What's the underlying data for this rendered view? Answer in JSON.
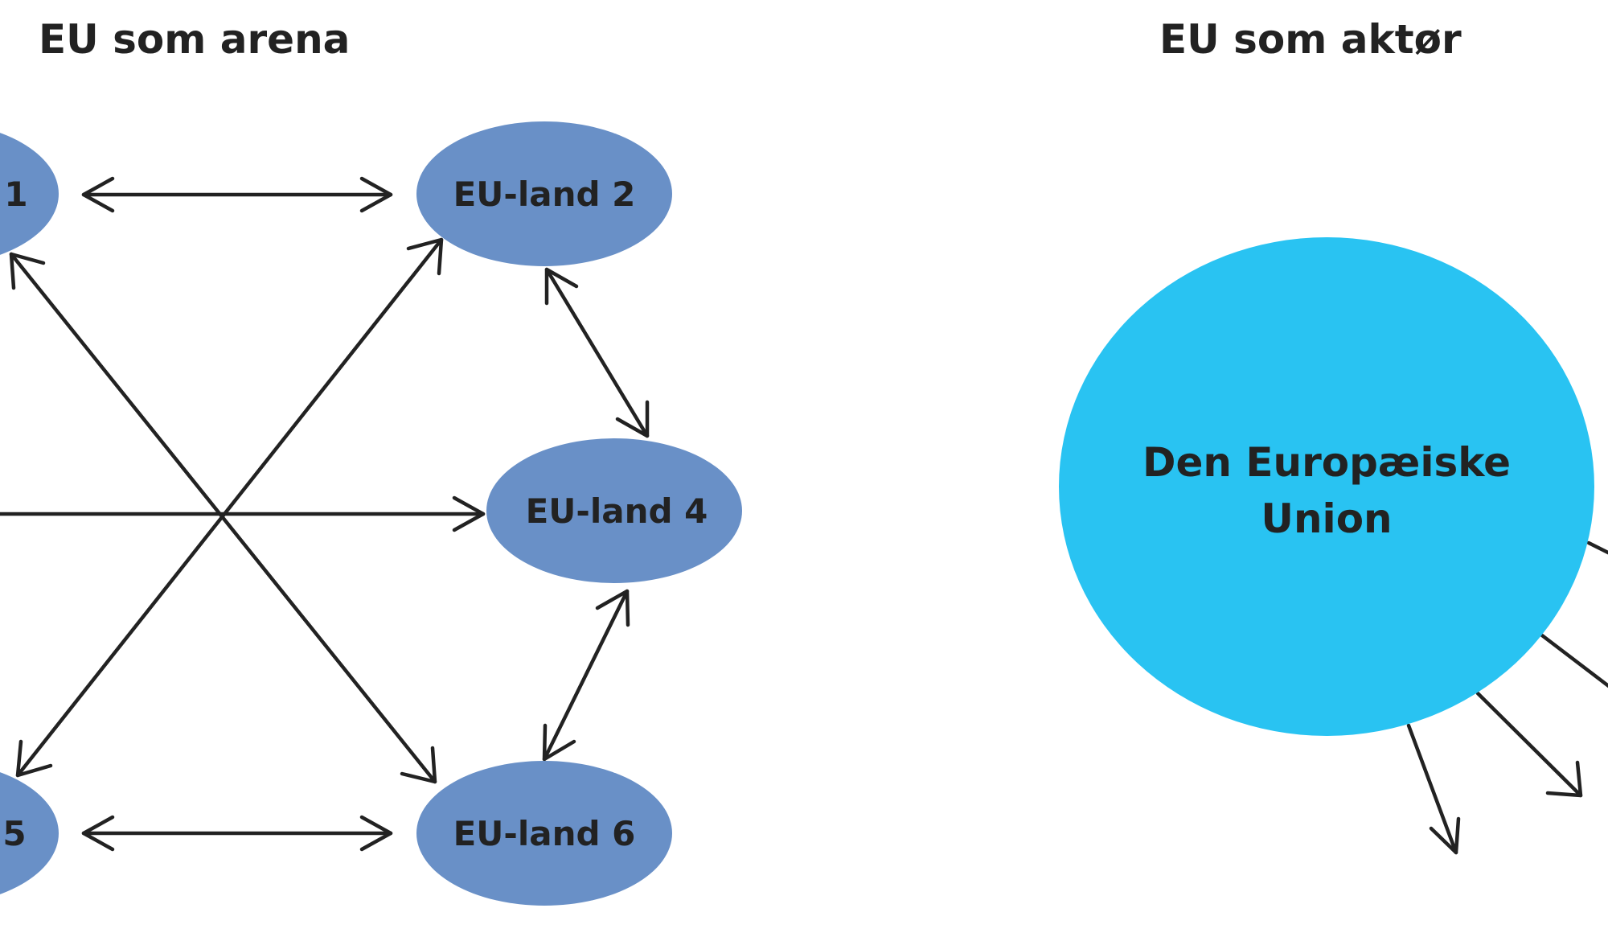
{
  "arena": {
    "title": "EU som arena",
    "nodes": [
      {
        "id": "land1",
        "label": "1"
      },
      {
        "id": "land2",
        "label": "EU-land 2"
      },
      {
        "id": "land4",
        "label": "EU-land 4"
      },
      {
        "id": "land5",
        "label": "5"
      },
      {
        "id": "land6",
        "label": "EU-land 6"
      }
    ],
    "node_color": "#6990c7"
  },
  "actor": {
    "title": "EU som aktør",
    "union_line1": "Den Europæiske",
    "union_line2": "Union",
    "union_color": "#29c3f2"
  }
}
